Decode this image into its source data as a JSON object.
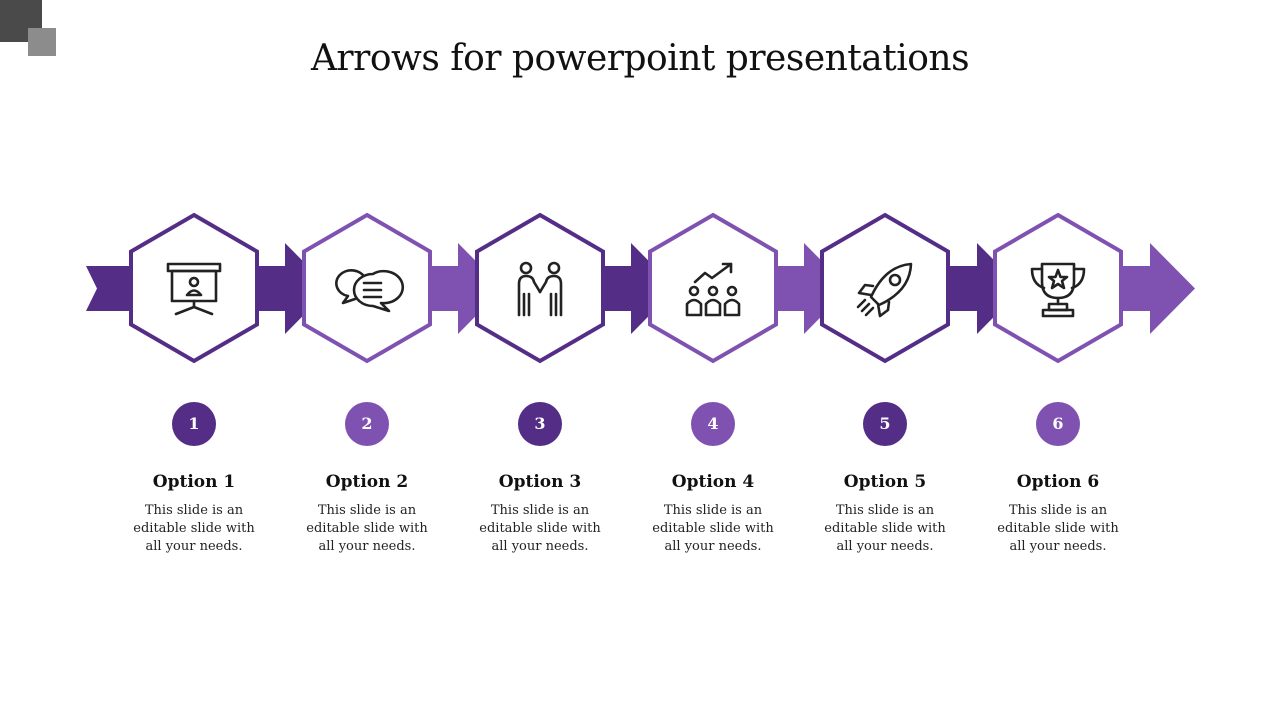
{
  "title": "Arrows for powerpoint presentations",
  "colors": {
    "dark_purple": "#532d86",
    "light_purple": "#7f52b1",
    "icon_stroke": "#222222"
  },
  "steps": [
    {
      "number": "1",
      "icon": "presentation-board-icon",
      "title": "Option 1",
      "description": "This slide is an editable slide with all your needs."
    },
    {
      "number": "2",
      "icon": "chat-bubbles-icon",
      "title": "Option 2",
      "description": "This slide is an editable slide with all your needs."
    },
    {
      "number": "3",
      "icon": "handshake-people-icon",
      "title": "Option 3",
      "description": "This slide is an editable slide with all your needs."
    },
    {
      "number": "4",
      "icon": "team-growth-icon",
      "title": "Option 4",
      "description": "This slide is an editable slide with all your needs."
    },
    {
      "number": "5",
      "icon": "rocket-icon",
      "title": "Option 5",
      "description": "This slide is an editable slide with all your needs."
    },
    {
      "number": "6",
      "icon": "trophy-icon",
      "title": "Option 6",
      "description": "This slide is an editable slide with all your needs."
    }
  ]
}
